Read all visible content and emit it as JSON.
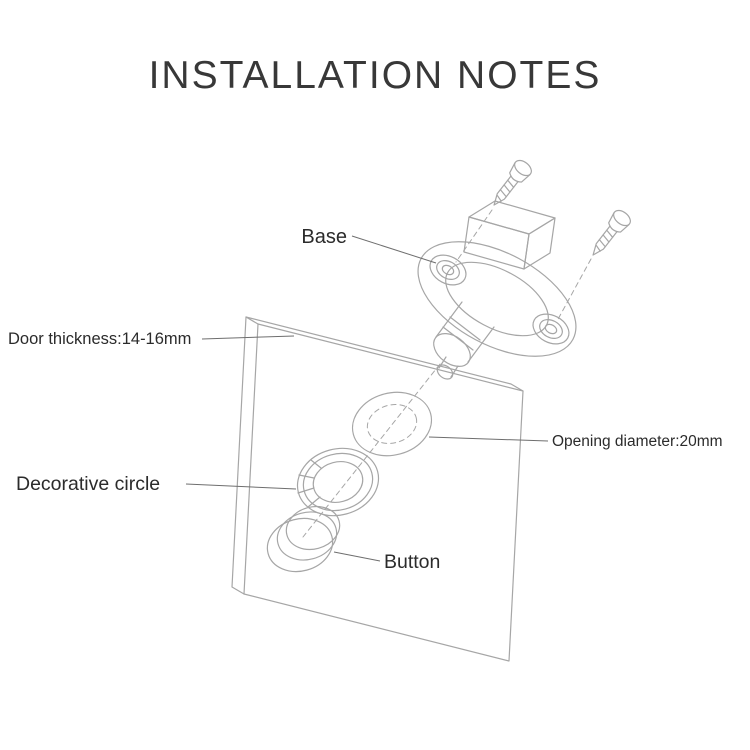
{
  "title": "INSTALLATION NOTES",
  "labels": {
    "base": "Base",
    "door_thickness": "Door thickness:14-16mm",
    "opening_diameter": "Opening diameter:20mm",
    "decorative_circle": "Decorative circle",
    "button": "Button"
  },
  "colors": {
    "background": "#ffffff",
    "drawing_line": "#a6a6a6",
    "leader_line": "#6e6e6e",
    "label_text": "#2b2b2b",
    "title_text": "#383838"
  }
}
